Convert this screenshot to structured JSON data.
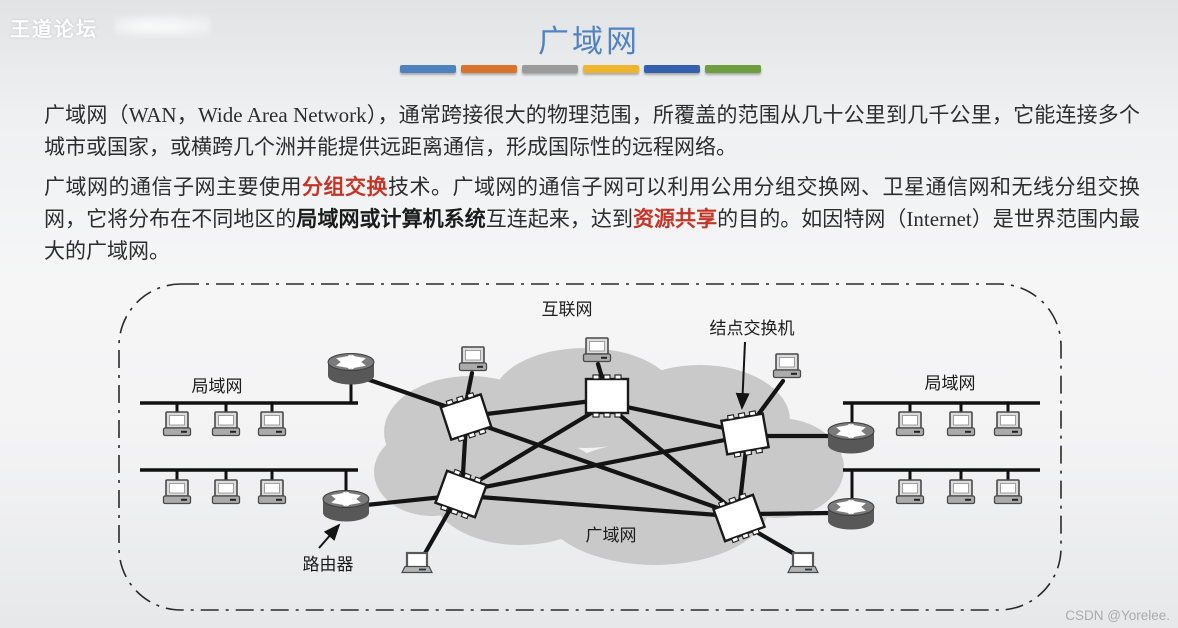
{
  "slide": {
    "title": "广域网",
    "accent_bar_colors": [
      "#4e81bd",
      "#d9732d",
      "#9b9b9b",
      "#eeb42d",
      "#3560ad",
      "#6d9e3f"
    ],
    "watermark_top_left": "王道论坛",
    "watermark_bottom_right": "CSDN @Yorelee.",
    "paragraph1": "广域网（WAN，Wide Area Network），通常跨接很大的物理范围，所覆盖的范围从几十公里到几千公里，它能连接多个城市或国家，或横跨几个洲并能提供远距离通信，形成国际性的远程网络。",
    "paragraph2": {
      "seg1": "广域网的通信子网主要使用",
      "seg2": "分组交换",
      "seg3": "技术。广域网的通信子网可以利用公用分组交换网、卫星通信网和无线分组交换网，它将分布在不同地区的",
      "seg4": "局域网或计算机系统",
      "seg5": "互连起来，达到",
      "seg6": "资源共享",
      "seg7": "的目的。如因特网（Internet）是世界范围内最大的广域网。"
    }
  },
  "diagram": {
    "labels": {
      "internet": "互联网",
      "node_switch": "结点交换机",
      "lan_left": "局域网",
      "lan_right": "局域网",
      "wan": "广域网",
      "router": "路由器"
    },
    "colors": {
      "cloud": "#c9c9c9",
      "line": "#141414",
      "router_body": "#585858",
      "switch_fill": "#ffffff"
    }
  }
}
